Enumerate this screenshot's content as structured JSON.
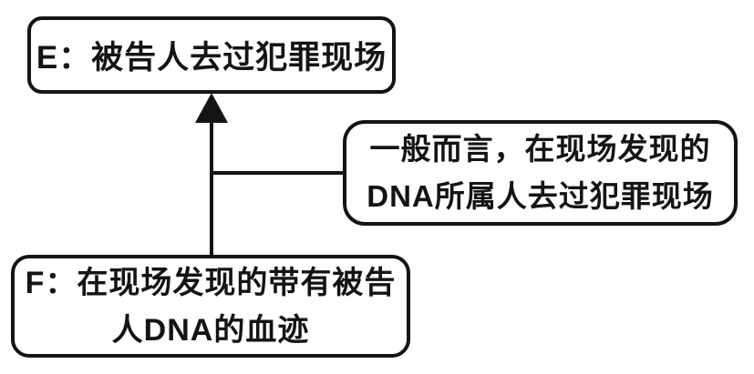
{
  "diagram": {
    "type": "argument-diagram",
    "nodes": {
      "e": {
        "id": "E",
        "label": "E：被告人去过犯罪现场",
        "role": "claim"
      },
      "warrant": {
        "line1": "一般而言，在现场发现的",
        "line2": "DNA所属人去过犯罪现场",
        "role": "warrant"
      },
      "f": {
        "id": "F",
        "line1": "F：在现场发现的带有被告",
        "line2": "人DNA的血迹",
        "role": "evidence"
      }
    },
    "edges": [
      {
        "from": "f",
        "to": "e",
        "style": "arrow-up"
      },
      {
        "from": "warrant",
        "to": "arrow-shaft",
        "style": "plain-line"
      }
    ],
    "colors": {
      "stroke": "#141414",
      "background": "#fefefe"
    }
  }
}
